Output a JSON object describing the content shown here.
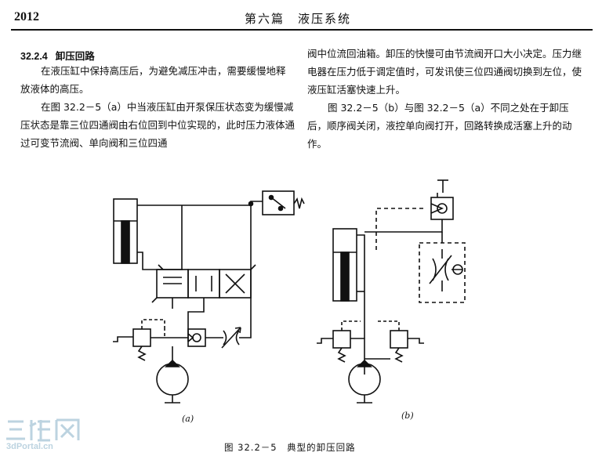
{
  "header": {
    "page_number": "2012",
    "part_title": "第六篇　液压系统"
  },
  "section": {
    "number": "32.2.4",
    "title": "卸压回路"
  },
  "paragraphs": {
    "p1": "在液压缸中保持高压后，为避免减压冲击，需要缓慢地释放液体的高压。",
    "p2": "在图 32.2－5（a）中当液压缸由开泵保压状态变为缓慢减压状态是靠三位四通阀由右位回到中位实现的，此时压力液体通过可变节流阀、单向阀和三位四通阀中位流回油箱。卸压的快慢可由节流阀开口大小决定。压力继电器在压力低于调定值时，可发讯使三位四通阀切换到左位，使液压缸活塞快速上升。",
    "p2_left": "在图 32.2－5（a）中当液压缸由开泵保压状态变为缓慢减压状态是靠三位四通阀由右位回到中位实现的，此时压力液体通过可变节流阀、单向阀和三位四通",
    "p2_right": "阀中位流回油箱。卸压的快慢可由节流阀开口大小决定。压力继电器在压力低于调定值时，可发讯使三位四通阀切换到左位，使液压缸活塞快速上升。",
    "p3": "图 32.2－5（b）与图 32.2－5（a）不同之处在于卸压后，顺序阀关闭，液控单向阀打开，回路转换成活塞上升的动作。"
  },
  "figure": {
    "label_a": "(a)",
    "label_b": "(b)",
    "caption": "图 32.2－5　典型的卸压回路"
  },
  "watermark": {
    "logo": "三维网",
    "url": "3dPortal.cn"
  }
}
